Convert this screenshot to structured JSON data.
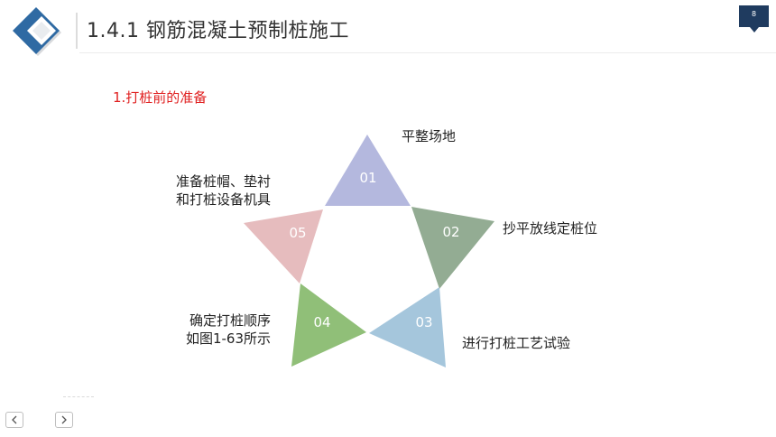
{
  "header": {
    "title": "1.4.1  钢筋混凝土预制桩施工",
    "page_number": "8"
  },
  "section": {
    "heading": "1.打桩前的准备"
  },
  "steps": [
    {
      "number": "01",
      "label": "平整场地",
      "color": "#b4b8de"
    },
    {
      "number": "02",
      "label": "抄平放线定桩位",
      "color": "#93ac93"
    },
    {
      "number": "03",
      "label": "进行打桩工艺试验",
      "color": "#a5c6dc"
    },
    {
      "number": "04",
      "label_line1": "确定打桩顺序",
      "label_line2": "如图1-63所示",
      "color": "#90bf78"
    },
    {
      "number": "05",
      "label_line1": "准备桩帽、垫衬",
      "label_line2": "和打桩设备机具",
      "color": "#e6bcbe"
    }
  ],
  "colors": {
    "accent_red": "#e02020",
    "badge_navy": "#1f3b5f",
    "logo_blue": "#2f6aa3"
  },
  "nav": {
    "prev_icon": "chevron-left-icon",
    "next_icon": "chevron-right-icon"
  }
}
